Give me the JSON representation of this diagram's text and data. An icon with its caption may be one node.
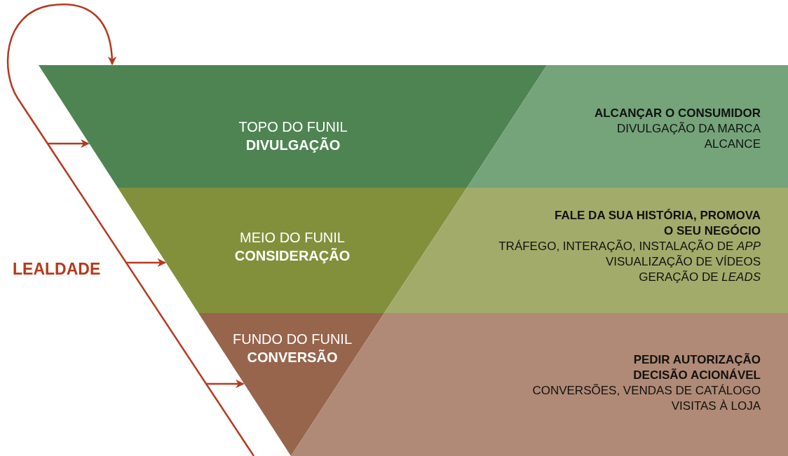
{
  "diagram": {
    "nodes": [
      {
        "text": [
          "TOPO DO FUNIL",
          "DIVULGAÇÃO"
        ]
      },
      {
        "text": [
          "MEIO DO FUNIL",
          "CONSIDERAÇÃO"
        ]
      },
      {
        "text": [
          "FUNDO DO FUNIL",
          "CONVERSÃO"
        ]
      },
      {
        "text": [
          "ALCANÇAR O CONSUMIDOR",
          "DIVULGAÇÃO DA MARCA",
          "ALCANCE"
        ]
      },
      {
        "text": [
          "FALE DA SUA HISTÓRIA, PROMOVA O SEU NEGÓCIO",
          "TRÁFEGO, INTERAÇÃO, INSTALAÇÃO DE *APP*",
          "VISUALIZAÇÃO DE VÍDEOS",
          "GERAÇÃO DE *LEADS*"
        ]
      },
      {
        "text": [
          "PEDIR AUTORIZAÇÃO",
          "DECISÃO ACIONÁVEL",
          "CONVERSÕES, VENDAS DE CATÁLOGO",
          "VISITAS À LOJA"
        ]
      }
    ],
    "edges": [
      {
        "from": null,
        "to": 0,
        "arrow": "to"
      },
      {
        "from": null,
        "to": 0,
        "arrow": "to"
      },
      {
        "from": null,
        "to": 1,
        "arrow": "to"
      },
      {
        "from": null,
        "to": 2,
        "arrow": "to"
      }
    ],
    "labels": [
      "LEALDADE"
    ]
  }
}
